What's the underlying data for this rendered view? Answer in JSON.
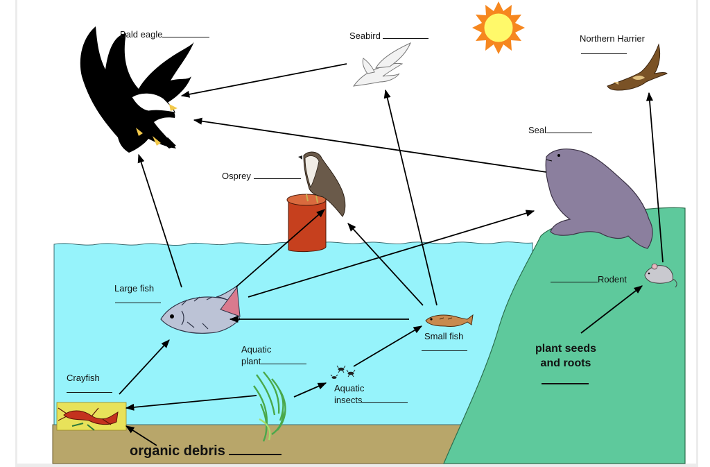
{
  "labels": {
    "bald_eagle": "Bald eagle",
    "seabird": "Seabird",
    "northern_harrier": "Northern Harrier",
    "seal": "Seal",
    "osprey": "Osprey",
    "large_fish": "Large fish",
    "rodent": "Rodent",
    "small_fish": "Small fish",
    "aquatic_plant_1": "Aquatic",
    "aquatic_plant_2": "plant",
    "aquatic_insects_1": "Aquatic",
    "aquatic_insects_2": "insects",
    "crayfish": "Crayfish",
    "plant_seeds_1": "plant seeds",
    "plant_seeds_2": "and roots",
    "organic_debris": "organic debris"
  },
  "colors": {
    "water": "#96f3fb",
    "land": "#5ec99c",
    "sediment": "#b8a66a",
    "sun": "#f6871f",
    "sun_core": "#fff96a",
    "post": "#c6401e",
    "seal": "#8b7f9e",
    "fish": "#bcc3d6",
    "arrow": "#000000"
  },
  "icons": [
    "sun-icon",
    "bald-eagle-icon",
    "seabird-icon",
    "northern-harrier-icon",
    "seal-icon",
    "osprey-icon",
    "post-icon",
    "large-fish-icon",
    "small-fish-icon",
    "rodent-icon",
    "aquatic-plant-icon",
    "aquatic-insects-icon",
    "crayfish-icon"
  ]
}
